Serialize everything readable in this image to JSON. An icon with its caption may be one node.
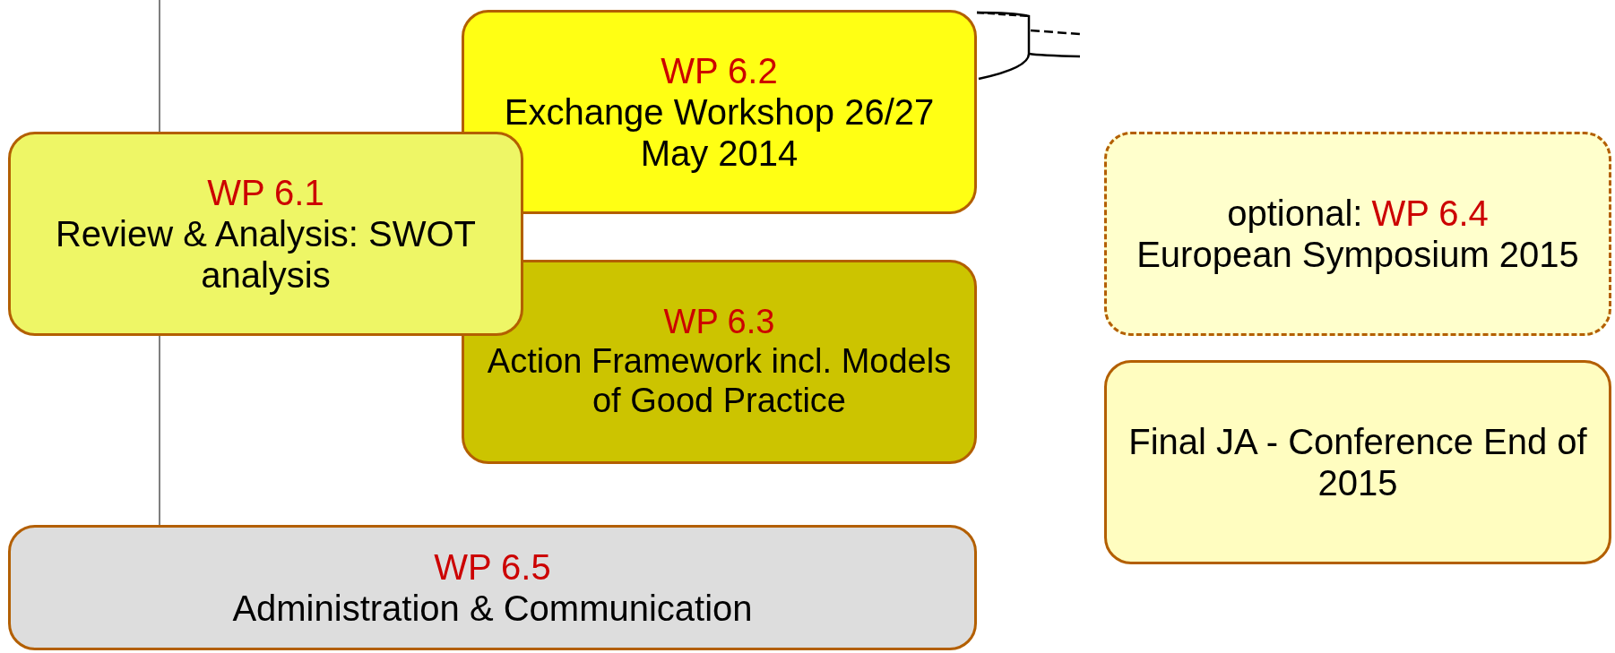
{
  "diagram": {
    "nodes": [
      {
        "text": [
          "WP 6.2",
          "Exchange Workshop 26/27 May 2014"
        ]
      },
      {
        "text": [
          "WP 6.3",
          "Action Framework  incl. Models of Good Practice"
        ]
      },
      {
        "text": [
          "WP 6.1",
          "Review & Analysis: SWOT analysis"
        ]
      },
      {
        "text": [
          "optional:",
          "WP 6.4",
          "European Symposium 2015"
        ]
      },
      {
        "text": [
          "Final JA - Conference End of 2015"
        ]
      },
      {
        "text": [
          "WP 6.5",
          "Administration & Communication"
        ]
      }
    ]
  }
}
